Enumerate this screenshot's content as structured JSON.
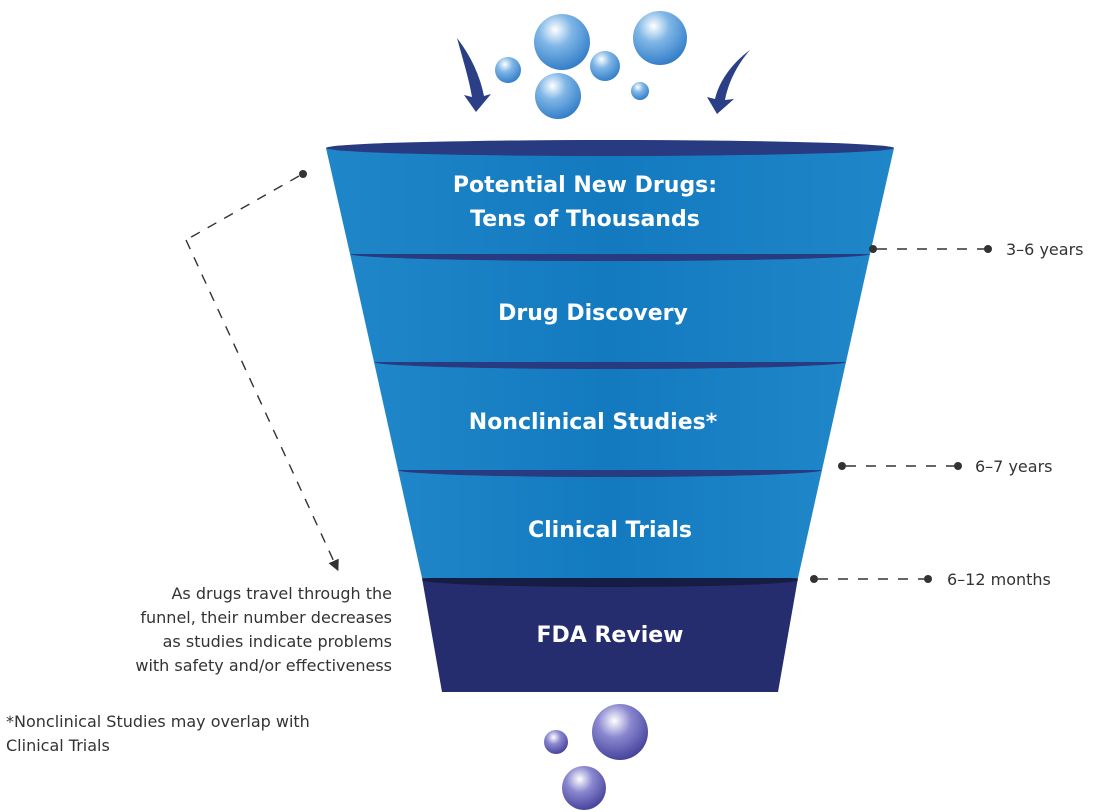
{
  "colors": {
    "stage_blue": "#1a7fc1",
    "stage_rim": "#283a80",
    "review_navy": "#262d6e",
    "arrow_navy": "#2a3f85",
    "connector": "#333333"
  },
  "funnel": {
    "stages": [
      {
        "line1": "Potential New Drugs:",
        "line2": "Tens of Thousands"
      },
      {
        "line1": "Drug Discovery"
      },
      {
        "line1": "Nonclinical Studies*"
      },
      {
        "line1": "Clinical Trials"
      },
      {
        "line1": "FDA Review"
      }
    ]
  },
  "timeline": {
    "items": [
      {
        "label": "3–6 years"
      },
      {
        "label": "6–7 years"
      },
      {
        "label": "6–12 months"
      }
    ]
  },
  "notes": {
    "attrition": [
      "As drugs travel through the",
      "funnel, their number decreases",
      "as studies indicate problems",
      "with safety and/or effectiveness"
    ],
    "footnote": [
      "*Nonclinical Studies may overlap with",
      "Clinical Trials"
    ]
  },
  "icons": {
    "top_molecules": "molecule-bubbles-icon",
    "bottom_molecules": "molecule-bubbles-icon",
    "inflow_arrows": "curved-arrow-down-icon"
  }
}
